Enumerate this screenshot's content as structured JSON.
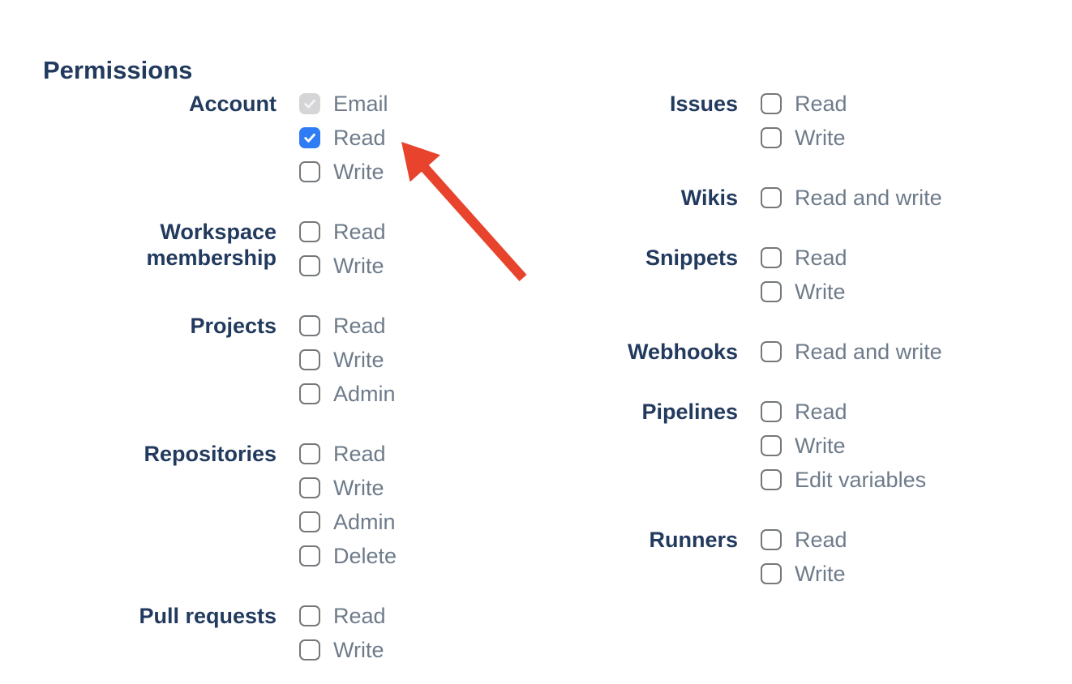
{
  "heading": {
    "text": "Permissions"
  },
  "colors": {
    "background": "#FFFFFF",
    "heading_navy": "#223A5E",
    "item_label_slate": "#6E7B8A",
    "checkbox_border": "#75787B",
    "checkbox_checked_blue": "#2F7CF5",
    "checkbox_disabled_bg": "#D5D5D7",
    "checkbox_disabled_check": "#F2F3F4",
    "check_mark": "#FFFFFF",
    "arrow_red": "#E8432C"
  },
  "columns": [
    {
      "side": "left",
      "groups": [
        {
          "name": "Account",
          "items": [
            {
              "label": "Email",
              "checked": true,
              "disabled": true
            },
            {
              "label": "Read",
              "checked": true,
              "disabled": false
            },
            {
              "label": "Write",
              "checked": false,
              "disabled": false
            }
          ]
        },
        {
          "name": "Workspace membership",
          "items": [
            {
              "label": "Read",
              "checked": false,
              "disabled": false
            },
            {
              "label": "Write",
              "checked": false,
              "disabled": false
            }
          ]
        },
        {
          "name": "Projects",
          "items": [
            {
              "label": "Read",
              "checked": false,
              "disabled": false
            },
            {
              "label": "Write",
              "checked": false,
              "disabled": false
            },
            {
              "label": "Admin",
              "checked": false,
              "disabled": false
            }
          ]
        },
        {
          "name": "Repositories",
          "items": [
            {
              "label": "Read",
              "checked": false,
              "disabled": false
            },
            {
              "label": "Write",
              "checked": false,
              "disabled": false
            },
            {
              "label": "Admin",
              "checked": false,
              "disabled": false
            },
            {
              "label": "Delete",
              "checked": false,
              "disabled": false
            }
          ]
        },
        {
          "name": "Pull requests",
          "items": [
            {
              "label": "Read",
              "checked": false,
              "disabled": false
            },
            {
              "label": "Write",
              "checked": false,
              "disabled": false
            }
          ]
        }
      ]
    },
    {
      "side": "right",
      "groups": [
        {
          "name": "Issues",
          "items": [
            {
              "label": "Read",
              "checked": false,
              "disabled": false
            },
            {
              "label": "Write",
              "checked": false,
              "disabled": false
            }
          ]
        },
        {
          "name": "Wikis",
          "items": [
            {
              "label": "Read and write",
              "checked": false,
              "disabled": false
            }
          ]
        },
        {
          "name": "Snippets",
          "items": [
            {
              "label": "Read",
              "checked": false,
              "disabled": false
            },
            {
              "label": "Write",
              "checked": false,
              "disabled": false
            }
          ]
        },
        {
          "name": "Webhooks",
          "items": [
            {
              "label": "Read and write",
              "checked": false,
              "disabled": false
            }
          ]
        },
        {
          "name": "Pipelines",
          "items": [
            {
              "label": "Read",
              "checked": false,
              "disabled": false
            },
            {
              "label": "Write",
              "checked": false,
              "disabled": false
            },
            {
              "label": "Edit variables",
              "checked": false,
              "disabled": false
            }
          ]
        },
        {
          "name": "Runners",
          "items": [
            {
              "label": "Read",
              "checked": false,
              "disabled": false
            },
            {
              "label": "Write",
              "checked": false,
              "disabled": false
            }
          ]
        }
      ]
    }
  ],
  "annotation": {
    "type": "arrow",
    "points_at": "account-read-checkbox"
  }
}
